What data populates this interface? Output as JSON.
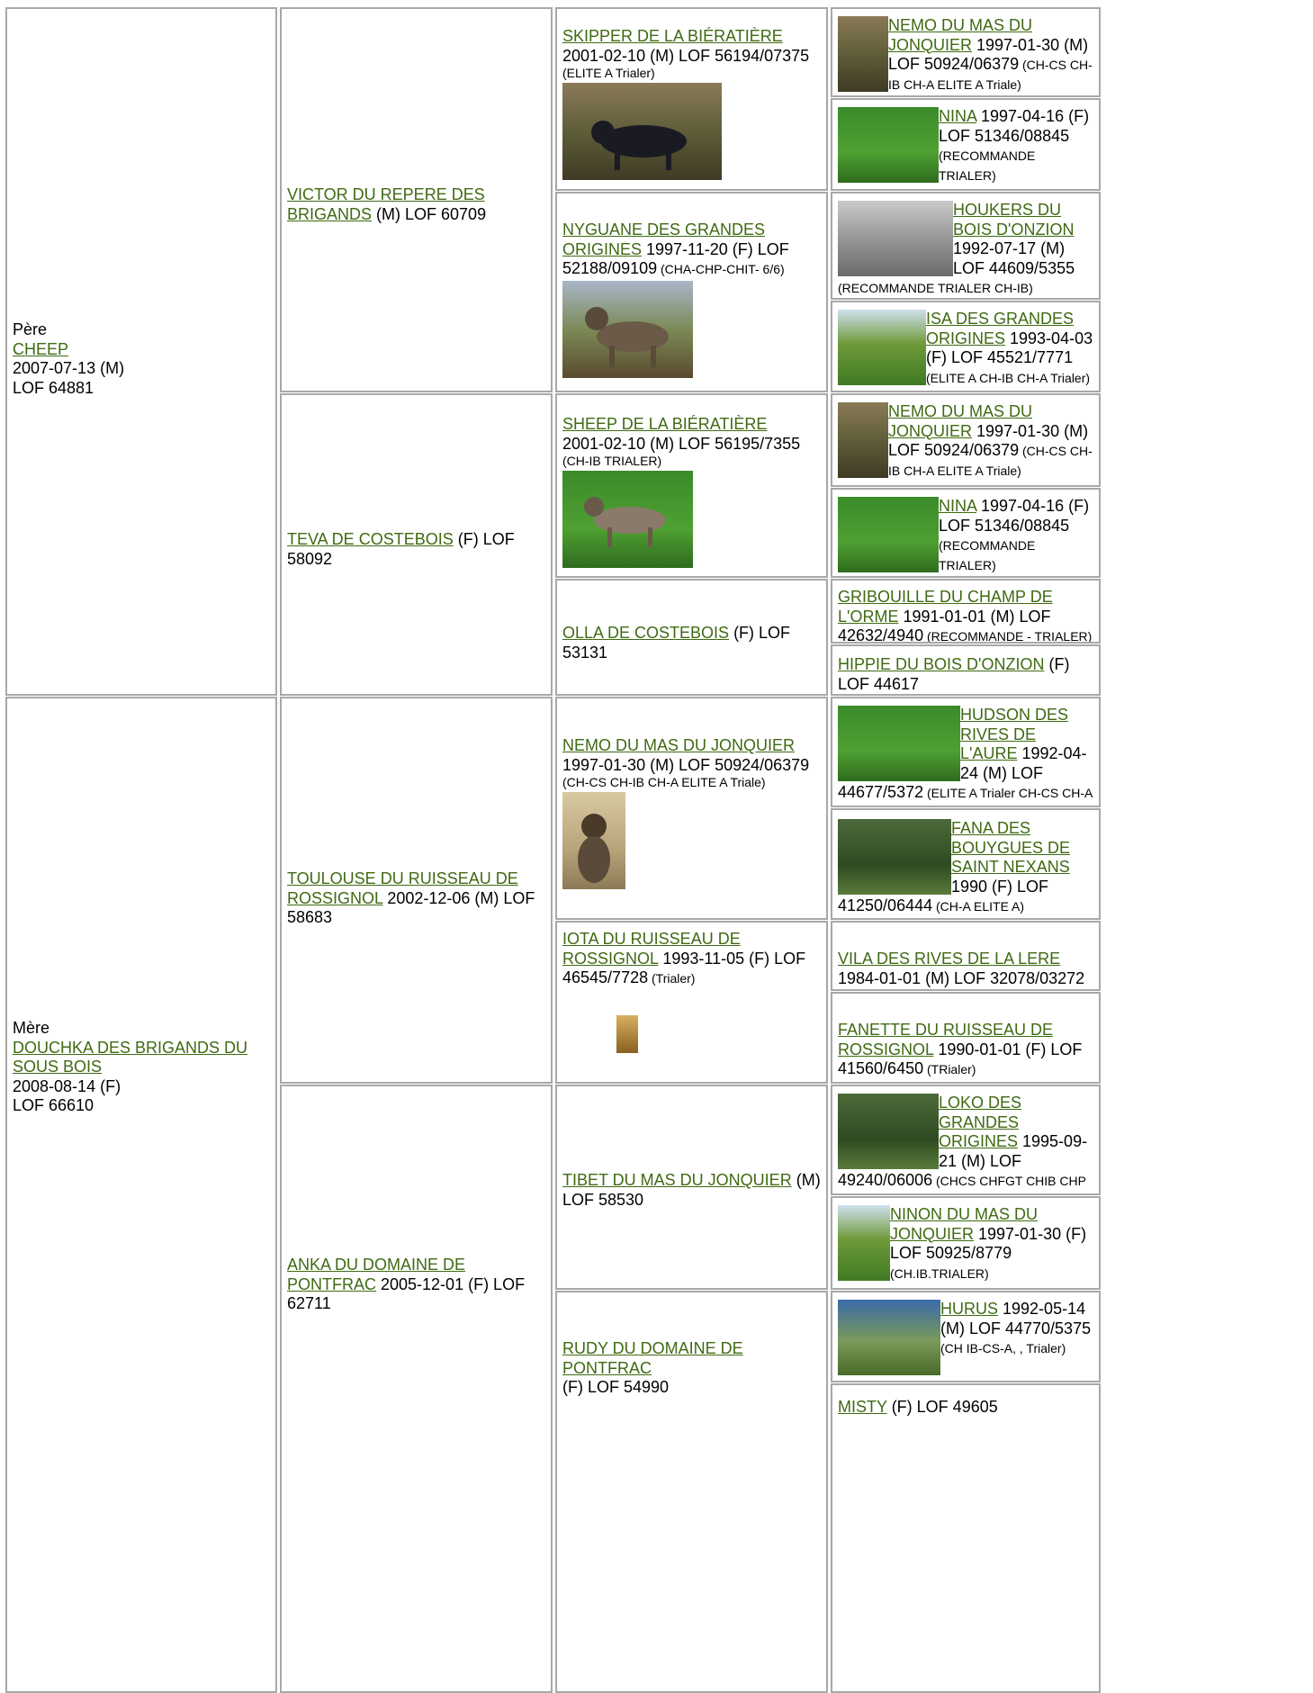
{
  "gen1": {
    "sire": {
      "label": "Père",
      "name": "CHEEP",
      "line2": "2007-07-13 (M)",
      "line3": "LOF 64881"
    },
    "dam": {
      "label": "Mère",
      "name": "DOUCHKA DES BRIGANDS DU SOUS BOIS",
      "line2": "2008-08-14 (F)",
      "line3": "LOF 66610"
    }
  },
  "gen2": [
    {
      "name": "VICTOR DU REPERE DES BRIGANDS",
      "info": " (M) LOF 60709"
    },
    {
      "name": "TEVA DE COSTEBOIS",
      "info": " (F) LOF 58092"
    },
    {
      "name": "TOULOUSE DU RUISSEAU DE ROSSIGNOL",
      "info": " 2002-12-06 (M) LOF 58683"
    },
    {
      "name": "ANKA DU DOMAINE DE PONTFRAC",
      "info": " 2005-12-01 (F) LOF 62711"
    }
  ],
  "gen3": [
    {
      "name": "SKIPPER DE LA BIÉRATIÈRE",
      "info": "2001-02-10 (M) LOF 56194/07375",
      "title": "(ELITE A Trialer)"
    },
    {
      "name": "NYGUANE DES GRANDES ORIGINES",
      "info": " 1997-11-20 (F) LOF 52188/09109",
      "title": " (CHA-CHP-CHIT- 6/6)"
    },
    {
      "name": "SHEEP DE LA BIÉRATIÈRE",
      "info": "2001-02-10 (M) LOF 56195/7355",
      "title": "(CH-IB TRIALER)"
    },
    {
      "name": "OLLA DE COSTEBOIS",
      "info": " (F) LOF 53131",
      "title": ""
    },
    {
      "name": "NEMO DU MAS DU JONQUIER",
      "info": "1997-01-30 (M) LOF 50924/06379",
      "title": "(CH-CS CH-IB CH-A ELITE A Triale)"
    },
    {
      "name": "IOTA DU RUISSEAU DE ROSSIGNOL",
      "info": " 1993-11-05 (F) LOF 46545/7728",
      "title": " (Trialer)"
    },
    {
      "name": "TIBET DU MAS DU JONQUIER",
      "info": " (M) LOF 58530",
      "title": ""
    },
    {
      "name": "RUDY DU DOMAINE DE PONTFRAC",
      "info": "(F) LOF 54990",
      "title": ""
    }
  ],
  "gen4": [
    {
      "name": "NEMO DU MAS DU JONQUIER",
      "info": " 1997-01-30 (M) LOF 50924/06379",
      "title": " (CH-CS CH-IB CH-A ELITE A Triale)"
    },
    {
      "name": "NINA",
      "info": " 1997-04-16 (F) LOF 51346/08845",
      "title": "(RECOMMANDE TRIALER)"
    },
    {
      "name": "HOUKERS DU BOIS D'ONZION",
      "info": " 1992-07-17 (M) LOF 44609/5355",
      "title": " (RECOMMANDE TRIALER CH-IB)"
    },
    {
      "name": "ISA DES GRANDES ORIGINES",
      "info": " 1993-04-03 (F) LOF 45521/7771",
      "title": " (ELITE A CH-IB CH-A Trialer)"
    },
    {
      "name": "NEMO DU MAS DU JONQUIER",
      "info": " 1997-01-30 (M) LOF 50924/06379",
      "title": " (CH-CS CH-IB CH-A ELITE A Triale)"
    },
    {
      "name": "NINA",
      "info": " 1997-04-16 (F) LOF 51346/08845",
      "title": "(RECOMMANDE TRIALER)"
    },
    {
      "name": "GRIBOUILLE DU CHAMP DE L'ORME",
      "info": " 1991-01-01 (M) LOF 42632/4940",
      "title": " (RECOMMANDE - TRIALER)"
    },
    {
      "name": "HIPPIE DU BOIS D'ONZION",
      "info": " (F) LOF 44617",
      "title": ""
    },
    {
      "name": "HUDSON DES RIVES DE L'AURE",
      "info": " 1992-04-24 (M) LOF 44677/5372",
      "title": " (ELITE A Trialer CH-CS CH-A CH)"
    },
    {
      "name": "FANA DES BOUYGUES DE SAINT NEXANS",
      "info": " 1990 (F) LOF 41250/06444",
      "title": " (CH-A ELITE A)"
    },
    {
      "name": "VILA DES RIVES DE LA LERE",
      "info": "1984-01-01 (M) LOF 32078/03272",
      "title": ""
    },
    {
      "name": "FANETTE DU RUISSEAU DE ROSSIGNOL",
      "info": " 1990-01-01 (F) LOF 41560/6450",
      "title": " (TRialer)"
    },
    {
      "name": "LOKO DES GRANDES ORIGINES",
      "info": " 1995-09-21 (M) LOF 49240/06006",
      "title": " (CHCS CHFGT CHIB CHP CH.T CHA CHES.B)"
    },
    {
      "name": "NINON DU MAS DU JONQUIER",
      "info": " 1997-01-30 (F) LOF 50925/8779",
      "title": " (CH.IB.TRIALER)"
    },
    {
      "name": "HURUS",
      "info": " 1992-05-14 (M) LOF 44770/5375",
      "title": " (CH IB-CS-A, , Trialer)"
    },
    {
      "name": "MISTY",
      "info": " (F) LOF 49605",
      "title": ""
    }
  ]
}
